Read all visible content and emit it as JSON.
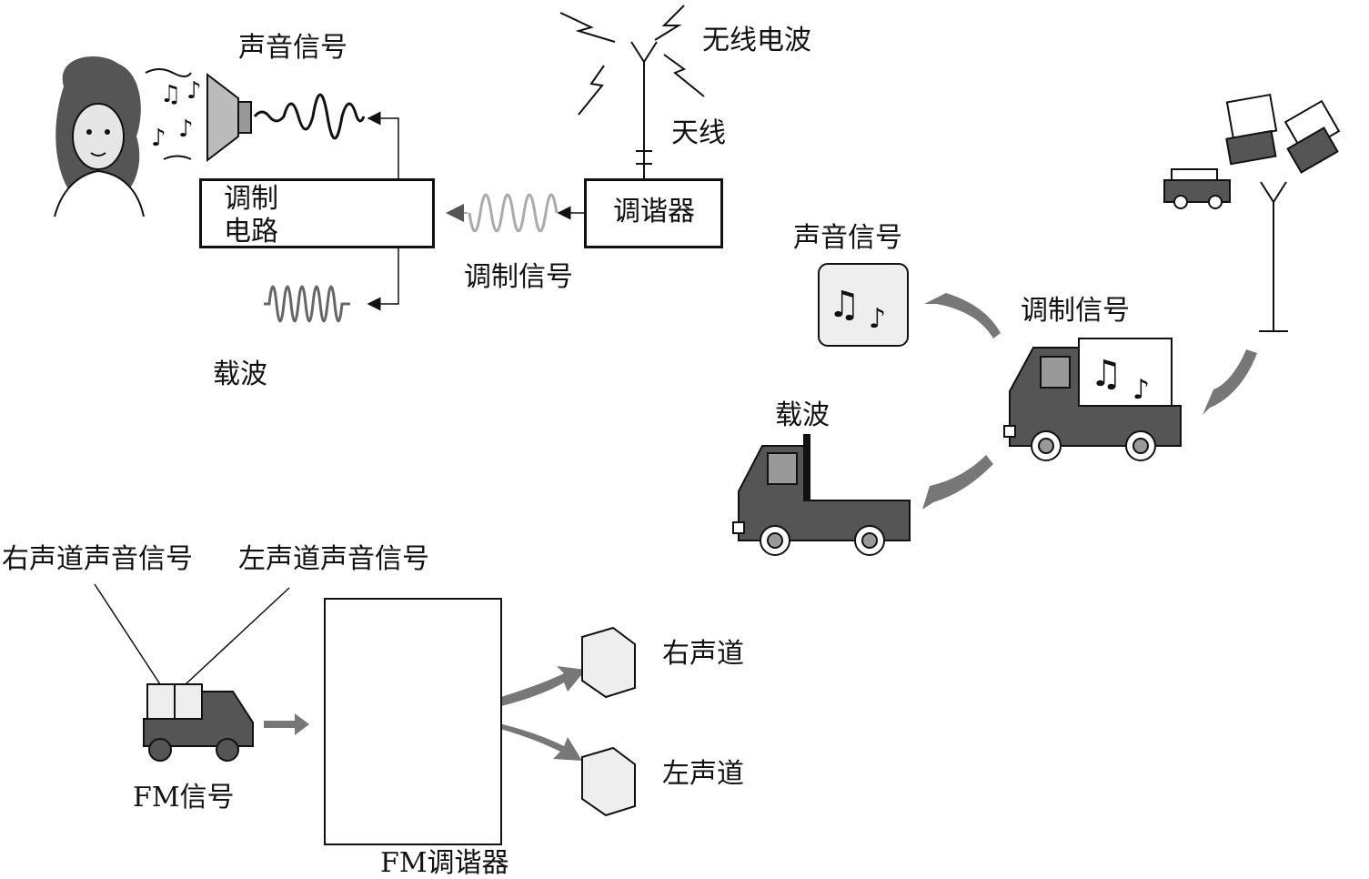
{
  "top_left": {
    "sound_signal": "声音信号",
    "wireless_wave": "无线电波",
    "antenna": "天线",
    "demod_line1": "调制",
    "demod_line2": "电路",
    "tuner": "调谐器",
    "modulated_signal": "调制信号",
    "carrier": "载波"
  },
  "right": {
    "sound_signal": "声音信号",
    "modulated_signal": "调制信号",
    "carrier": "载波"
  },
  "bottom": {
    "right_channel_signal": "右声道声音信号",
    "left_channel_signal": "左声道声音信号",
    "fm_signal": "FM信号",
    "fm_tuner": "FM调谐器",
    "right_channel": "右声道",
    "left_channel": "左声道"
  }
}
